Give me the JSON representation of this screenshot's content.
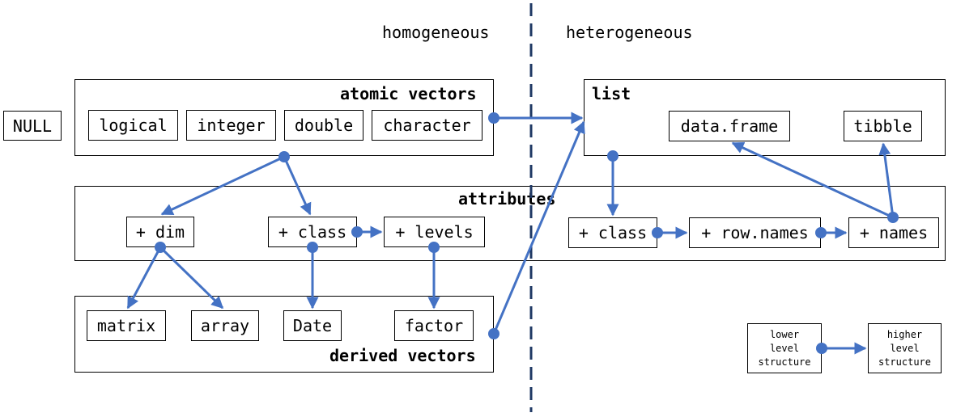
{
  "headers": {
    "left": "homogeneous",
    "right": "heterogeneous"
  },
  "null_box": "NULL",
  "atomic": {
    "title": "atomic vectors",
    "items": [
      "logical",
      "integer",
      "double",
      "character"
    ]
  },
  "attributes": {
    "title": "attributes",
    "left": [
      "+ dim",
      "+ class",
      "+ levels"
    ],
    "right": [
      "+ class",
      "+ row.names",
      "+ names"
    ]
  },
  "derived": {
    "title": "derived vectors",
    "items": [
      "matrix",
      "array",
      "Date",
      "factor"
    ]
  },
  "list": {
    "title": "list",
    "items": [
      "data.frame",
      "tibble"
    ]
  },
  "legend": {
    "lower": [
      "lower",
      "level",
      "structure"
    ],
    "higher": [
      "higher",
      "level",
      "structure"
    ]
  },
  "colors": {
    "arrow": "#4472C4",
    "divider": "#1F3864",
    "border": "#000000"
  }
}
